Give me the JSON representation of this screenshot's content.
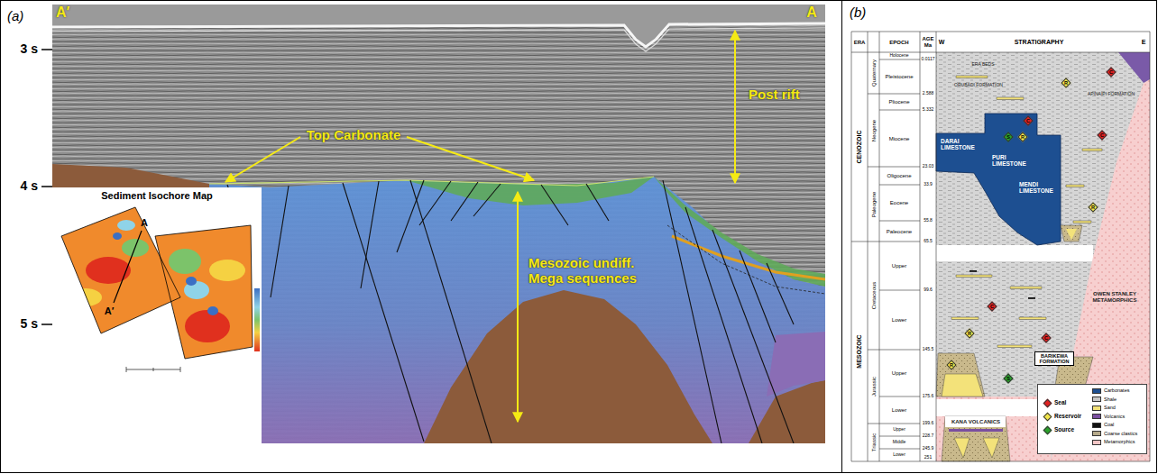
{
  "diagram": {
    "nodes": [
      {
        "text": [
          "Sediment Isochore Map"
        ]
      },
      {
        "text": [
          "BARIKEWA FORMATION"
        ]
      }
    ],
    "labels": [
      "(a)",
      "A′",
      "A",
      "3 s",
      "4 s",
      "5 s",
      "Top Carbonate",
      "Post rift",
      "Mesozoic undiff. Mega sequences",
      "A",
      "A′",
      "(b)",
      "ERA",
      "EPOCH",
      "AGE Ma",
      "W",
      "STRATIGRAPHY",
      "E",
      "CENOZOIC",
      "MESOZOIC",
      "Quaternary",
      "Neogene",
      "Paleogene",
      "Cretaceous",
      "Jurassic",
      "Triassic",
      "Holocene",
      "Pleistocene",
      "Pliocene",
      "Miocene",
      "Oligocene",
      "Eocene",
      "Paleocene",
      "Upper",
      "Lower",
      "Upper",
      "Lower",
      "Upper",
      "Middle",
      "Lower",
      "0.0117",
      "2.588",
      "5.332",
      "23.03",
      "33.9",
      "55.8",
      "65.5",
      "99.6",
      "145.5",
      "175.6",
      "199.6",
      "228.7",
      "245.9",
      "251",
      "DARAI LIMESTONE",
      "PURI LIMESTONE",
      "MENDI LIMESTONE",
      "OWEN STANLEY METAMORPHICS",
      "KANA VOLCANICS",
      "ERA BEDS",
      "ORUBADI FORMATION",
      "APINAIPI FORMATION",
      "C",
      "R",
      "C",
      "S",
      "R",
      "C",
      "R",
      "C",
      "R",
      "R",
      "S",
      "C"
    ],
    "legend": [
      {
        "text": "Seal",
        "color": "#e02020"
      },
      {
        "text": "Reservoir",
        "color": "#f2e64a"
      },
      {
        "text": "Source",
        "color": "#2aa02a"
      },
      {
        "text": "Carbonates",
        "color": "#1d4f91"
      },
      {
        "text": "Shale",
        "color": "#c8c8c8"
      },
      {
        "text": "Sand",
        "color": "#f3e27a"
      },
      {
        "text": "Volcanics",
        "color": "#7a4fa0"
      },
      {
        "text": "Coal",
        "color": "#111111"
      },
      {
        "text": "Coarse clastics",
        "color": "#b5a98a"
      },
      {
        "text": "Metamorphics",
        "color": "#f4c6c6"
      }
    ]
  }
}
